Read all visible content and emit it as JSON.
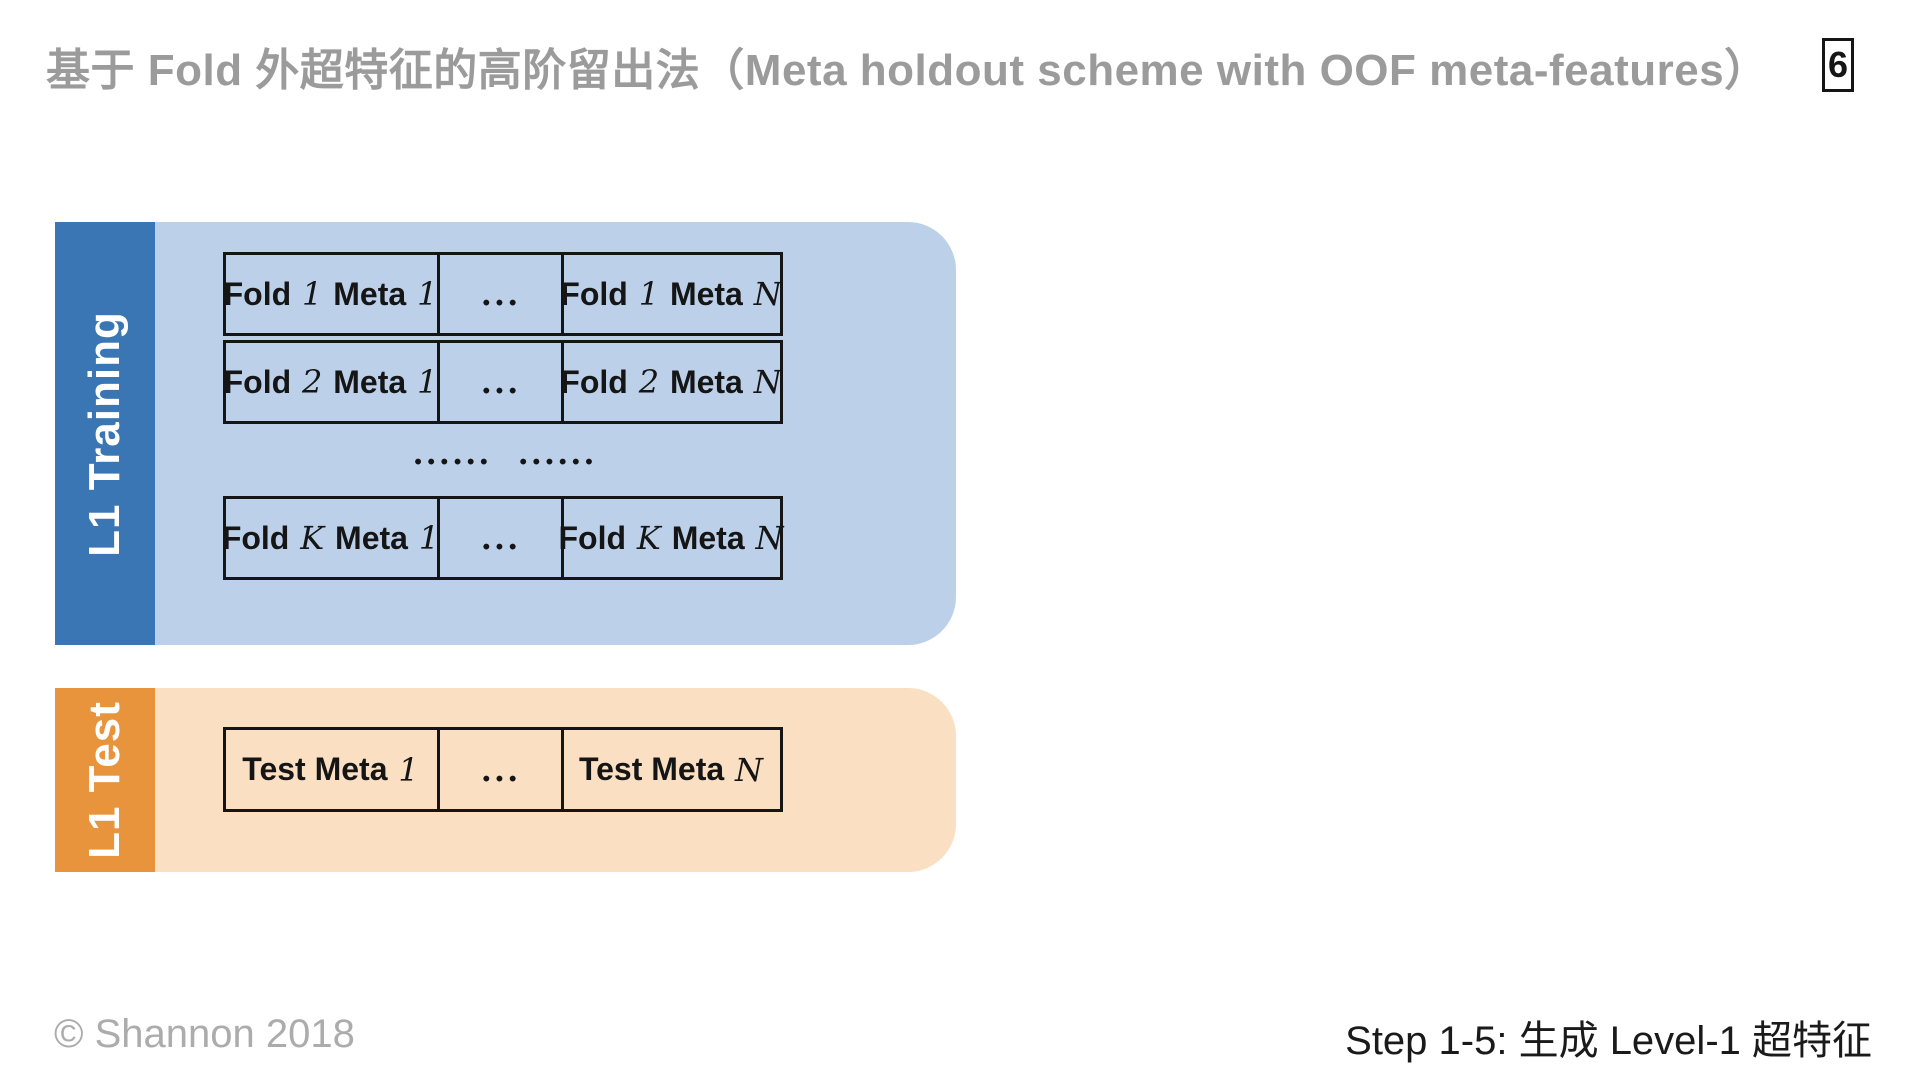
{
  "slide": {
    "title": "基于 Fold 外超特征的高阶留出法（Meta holdout scheme with OOF meta-features）",
    "page_number": "6",
    "footer": {
      "copyright": "© Shannon 2018",
      "step_caption": "Step 1-5: 生成 Level-1 超特征"
    }
  },
  "colors": {
    "training_bar": "#3a76b4",
    "training_panel": "#bcd1e9",
    "test_bar": "#e8943c",
    "test_panel": "#fadfc3",
    "title_gray": "#9b9b9b",
    "footer_gray": "#acacac",
    "ink": "#151515"
  },
  "training_block": {
    "label": "L1 Training",
    "rows": [
      [
        "Fold ~1~ Meta ~1~",
        "...",
        "Fold ~1~ Meta ~N~"
      ],
      [
        "Fold ~2~ Meta ~1~",
        "...",
        "Fold ~2~ Meta ~N~"
      ],
      [
        "Fold ~K~ Meta ~1~",
        "...",
        "Fold ~K~ Meta ~N~"
      ]
    ],
    "ellipsis_row": "......  ......"
  },
  "test_block": {
    "label": "L1 Test",
    "rows": [
      [
        "Test Meta ~1~",
        "...",
        "Test Meta ~N~"
      ]
    ]
  }
}
